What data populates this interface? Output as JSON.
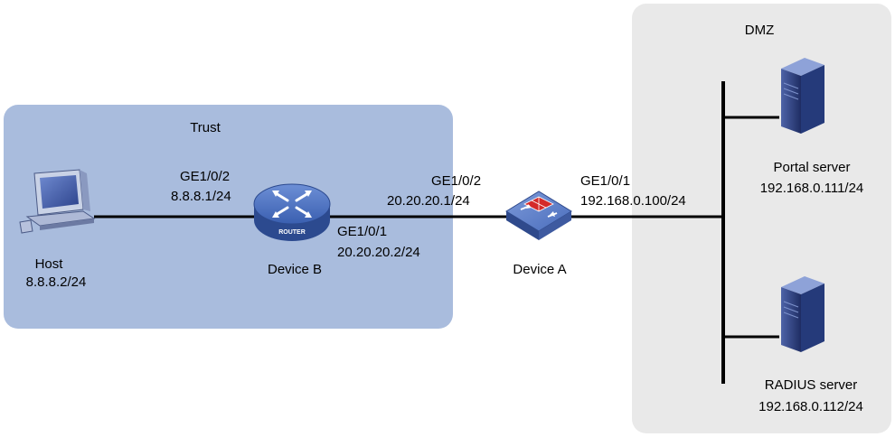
{
  "zones": {
    "trust": {
      "label": "Trust",
      "fill": "#a9bcdd"
    },
    "dmz": {
      "label": "DMZ",
      "fill": "#e9e9e9"
    }
  },
  "devices": {
    "host": {
      "name": "Host",
      "ip": "8.8.8.2/24",
      "icon": "pc-icon"
    },
    "device_b": {
      "name": "Device B",
      "icon": "router-icon",
      "icon_text": "ROUTER"
    },
    "device_a": {
      "name": "Device A",
      "icon": "firewall-icon"
    },
    "portal": {
      "name": "Portal server",
      "ip": "192.168.0.111/24",
      "icon": "server-icon"
    },
    "radius": {
      "name": "RADIUS server",
      "ip": "192.168.0.112/24",
      "icon": "server-icon"
    }
  },
  "interfaces": {
    "b_ge102": {
      "port": "GE1/0/2",
      "ip": "8.8.8.1/24"
    },
    "b_ge101": {
      "port": "GE1/0/1",
      "ip": "20.20.20.2/24"
    },
    "a_ge102": {
      "port": "GE1/0/2",
      "ip": "20.20.20.1/24"
    },
    "a_ge101": {
      "port": "GE1/0/1",
      "ip": "192.168.0.100/24"
    }
  },
  "colors": {
    "line": "#000000",
    "router_blue": "#3a5fb0",
    "firewall_red": "#d42a2a",
    "server_blue": "#2e3f7c"
  }
}
